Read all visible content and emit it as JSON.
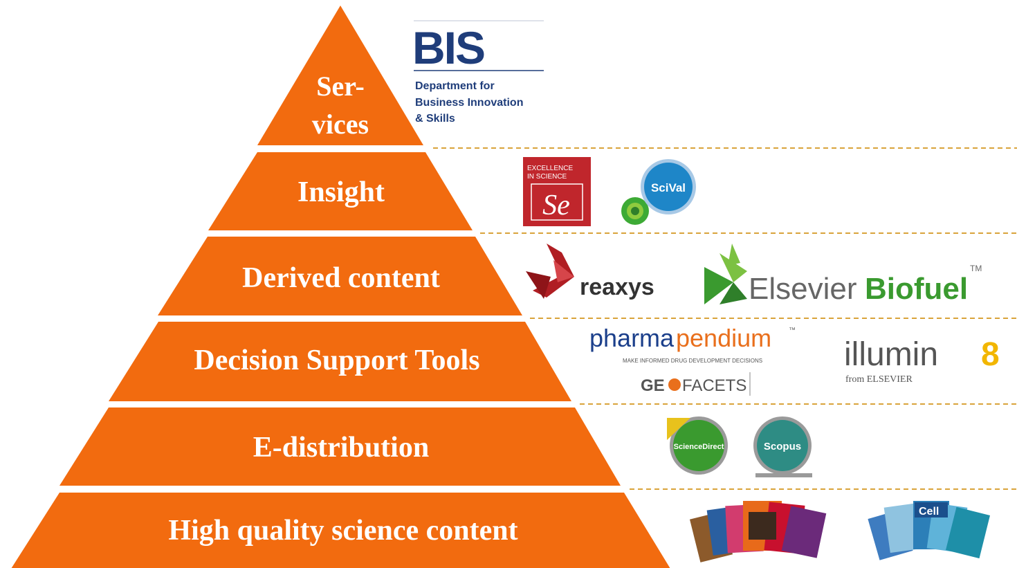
{
  "pyramid": {
    "color": "#F26B0F",
    "divider_color": "#D9A33A",
    "tiers": [
      {
        "label_lines": [
          "Ser-",
          "vices"
        ]
      },
      {
        "label_lines": [
          "Insight"
        ]
      },
      {
        "label_lines": [
          "Derived content"
        ]
      },
      {
        "label_lines": [
          "Decision Support Tools"
        ]
      },
      {
        "label_lines": [
          "E-distribution"
        ]
      },
      {
        "label_lines": [
          "High quality science content"
        ]
      }
    ]
  },
  "logos": {
    "bis": {
      "title": "BIS",
      "line1": "Department for",
      "line2": "Business Innovation",
      "line3": "& Skills",
      "color": "#1F3D7A"
    },
    "excellence": {
      "line1": "EXCELLENCE",
      "line2": "IN SCIENCE",
      "mark": "Se",
      "color": "#C0262C"
    },
    "scival": {
      "name": "SciVal",
      "color": "#1E86C8",
      "accent": "#3DAA35"
    },
    "reaxys": {
      "name": "reaxys",
      "color": "#B01E23"
    },
    "biofuel": {
      "name_a": "Elsevier",
      "name_b": "Biofuel",
      "tm": "TM",
      "color": "#3A9A2F"
    },
    "pharmapendium": {
      "name_a": "pharma",
      "name_b": "pendium",
      "tm": "™",
      "tagline": "MAKE INFORMED DRUG DEVELOPMENT DECISIONS",
      "color_a": "#1B3F8B",
      "color_b": "#E96F1C"
    },
    "geofacets": {
      "name_a": "GE",
      "name_b": "FACETS"
    },
    "illumin8": {
      "name_a": "illumin",
      "name_b": "8",
      "byline": "from ELSEVIER"
    },
    "sciencedirect": {
      "name": "ScienceDirect",
      "color": "#3A9A2F"
    },
    "scopus": {
      "name": "Scopus",
      "color": "#2E8C84"
    }
  }
}
